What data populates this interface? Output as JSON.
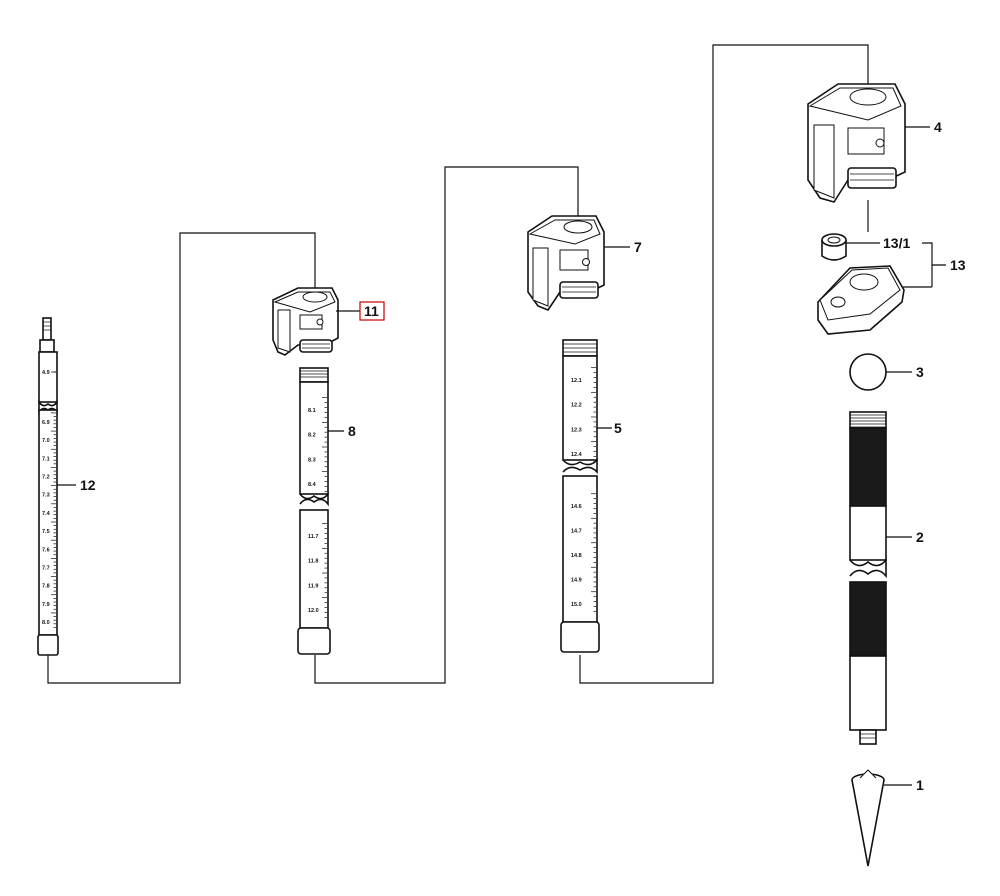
{
  "colors": {
    "line": "#111111",
    "highlight": "#cc0000",
    "fill": "#ffffff",
    "dark": "#1a1a1a"
  },
  "callouts": {
    "p1": "1",
    "p2": "2",
    "p3": "3",
    "p4": "4",
    "p5": "5",
    "p7": "7",
    "p8": "8",
    "p11": "11",
    "p12": "12",
    "p13": "13",
    "p13_1": "13/1"
  },
  "scales": {
    "rod12": [
      "4.9",
      "6.9",
      "7.0",
      "7.1",
      "7.2",
      "7.3",
      "7.4",
      "7.5",
      "7.6",
      "7.7",
      "7.8",
      "7.9",
      "8.0"
    ],
    "rod8_top": [
      "8.1",
      "8.2",
      "8.3",
      "8.4"
    ],
    "rod8_bottom": [
      "11.7",
      "11.8",
      "11.9",
      "12.0"
    ],
    "rod5_top": [
      "12.1",
      "12.2",
      "12.3",
      "12.4"
    ],
    "rod5_bottom": [
      "14.6",
      "14.7",
      "14.8",
      "14.9",
      "15.0"
    ]
  }
}
